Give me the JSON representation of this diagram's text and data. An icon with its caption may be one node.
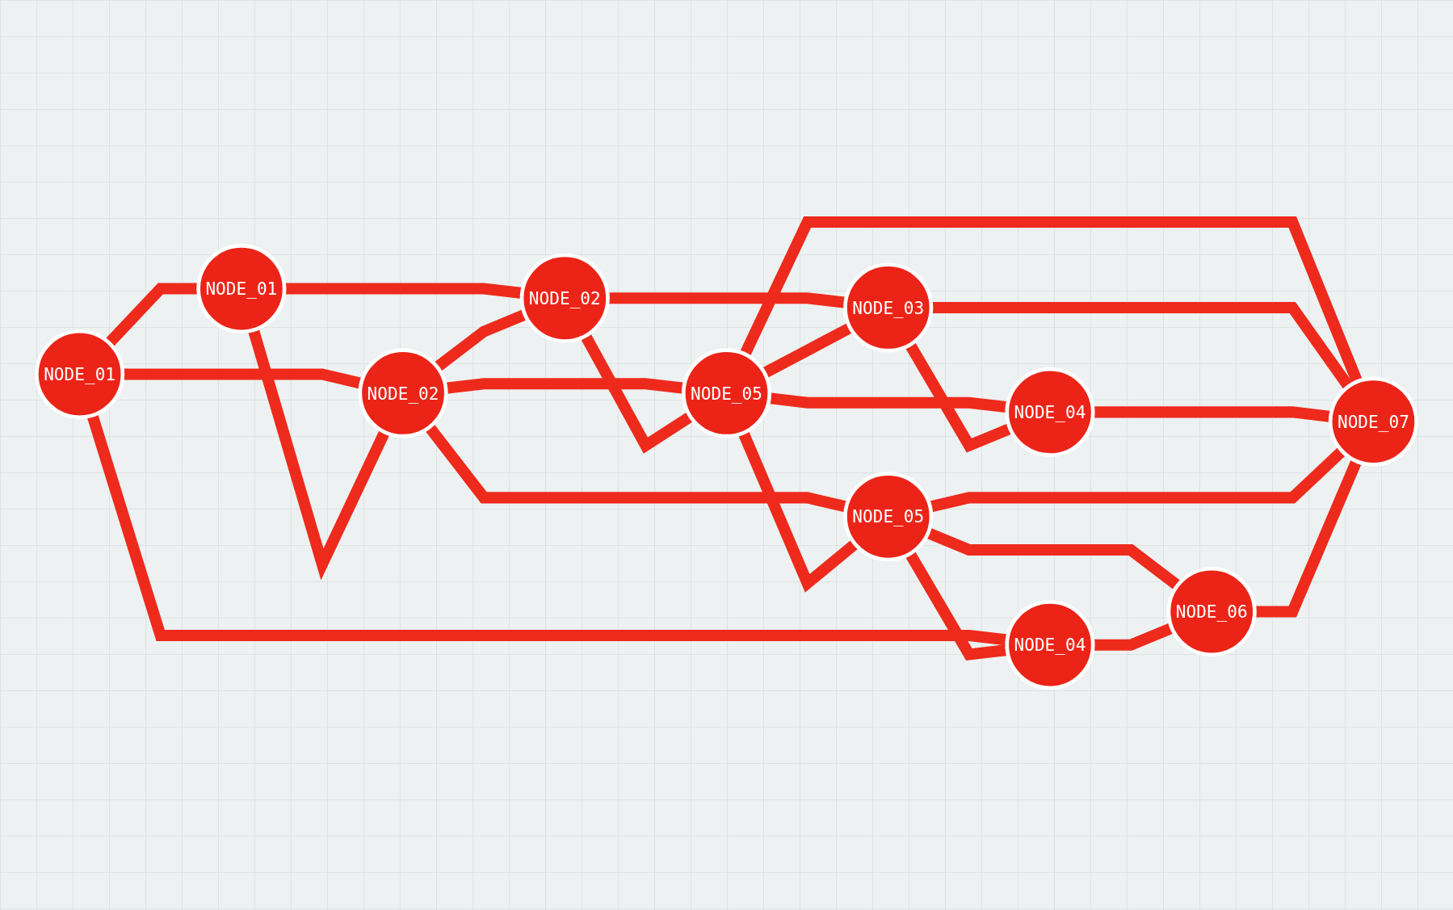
{
  "diagram": {
    "nodes": [
      {
        "text": [
          "NODE_02"
        ]
      },
      {
        "text": [
          "NODE_01"
        ]
      },
      {
        "text": [
          "NODE_03"
        ]
      },
      {
        "text": [
          "NODE_05"
        ]
      },
      {
        "text": [
          "NODE_02"
        ]
      },
      {
        "text": [
          "NODE_01"
        ]
      },
      {
        "text": [
          "NODE_04"
        ]
      },
      {
        "text": [
          "NODE_05"
        ]
      },
      {
        "text": [
          "NODE_07"
        ]
      },
      {
        "text": [
          "NODE_04"
        ]
      },
      {
        "text": [
          "NODE_06"
        ]
      }
    ],
    "edges": [
      {
        "from": 5,
        "to": 1,
        "arrow": "none"
      },
      {
        "from": 5,
        "to": 4,
        "arrow": "none"
      },
      {
        "from": 5,
        "to": 9,
        "arrow": "none"
      },
      {
        "from": 1,
        "to": 4,
        "arrow": "none"
      },
      {
        "from": 1,
        "to": 0,
        "arrow": "none"
      },
      {
        "from": 4,
        "to": 0,
        "arrow": "none"
      },
      {
        "from": 4,
        "to": 3,
        "arrow": "none"
      },
      {
        "from": 4,
        "to": 7,
        "arrow": "none"
      },
      {
        "from": 0,
        "to": 3,
        "arrow": "none"
      },
      {
        "from": 0,
        "to": 2,
        "arrow": "none"
      },
      {
        "from": 3,
        "to": 2,
        "arrow": "none"
      },
      {
        "from": 3,
        "to": 6,
        "arrow": "none"
      },
      {
        "from": 3,
        "to": 7,
        "arrow": "none"
      },
      {
        "from": 3,
        "to": 8,
        "arrow": "none"
      },
      {
        "from": 2,
        "to": 8,
        "arrow": "none"
      },
      {
        "from": 2,
        "to": 6,
        "arrow": "none"
      },
      {
        "from": 6,
        "to": 8,
        "arrow": "none"
      },
      {
        "from": 7,
        "to": 8,
        "arrow": "none"
      },
      {
        "from": 7,
        "to": 9,
        "arrow": "none"
      },
      {
        "from": 7,
        "to": 10,
        "arrow": "none"
      },
      {
        "from": 9,
        "to": 10,
        "arrow": "none"
      },
      {
        "from": 10,
        "to": 8,
        "arrow": "none"
      }
    ]
  }
}
